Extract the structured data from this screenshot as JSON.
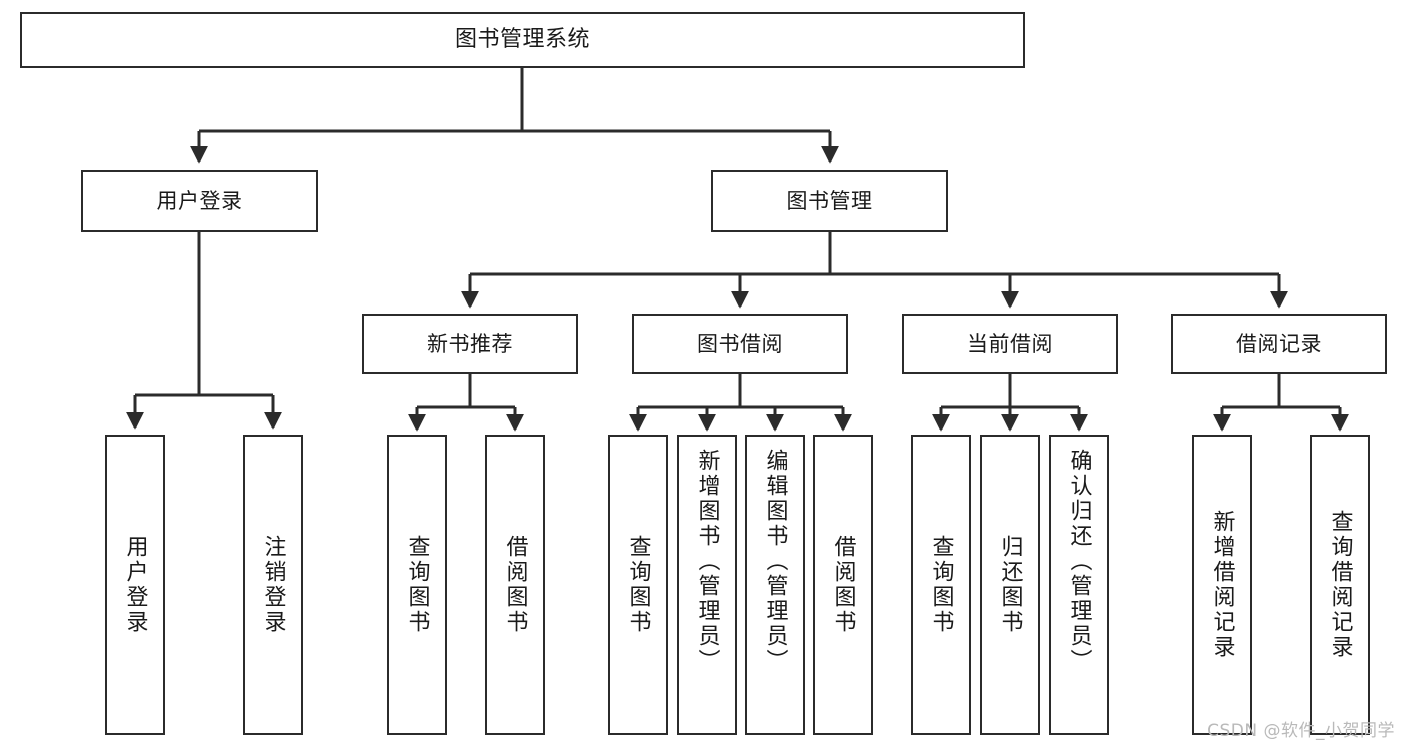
{
  "diagram": {
    "title": "图书管理系统",
    "type": "tree-hierarchy",
    "levels": 4,
    "colors": {
      "stroke": "#2b2b2b",
      "fill": "#ffffff",
      "text": "#1a1a1a",
      "watermark": "#b9b9b9"
    },
    "root": {
      "label": "图书管理系统"
    },
    "level1": [
      {
        "label": "用户登录"
      },
      {
        "label": "图书管理"
      }
    ],
    "level2": [
      {
        "label": "新书推荐"
      },
      {
        "label": "图书借阅"
      },
      {
        "label": "当前借阅"
      },
      {
        "label": "借阅记录"
      }
    ],
    "leaves": {
      "user_login": [
        {
          "label": "用户登录"
        },
        {
          "label": "注销登录"
        }
      ],
      "new_book_recommend": [
        {
          "label": "查询图书"
        },
        {
          "label": "借阅图书"
        }
      ],
      "book_borrow": [
        {
          "label": "查询图书"
        },
        {
          "label": "新增图书（管理员）"
        },
        {
          "label": "编辑图书（管理员）"
        },
        {
          "label": "借阅图书"
        }
      ],
      "current_borrow": [
        {
          "label": "查询图书"
        },
        {
          "label": "归还图书"
        },
        {
          "label": "确认归还（管理员）"
        }
      ],
      "borrow_record": [
        {
          "label": "新增借阅记录"
        },
        {
          "label": "查询借阅记录"
        }
      ]
    }
  },
  "watermark": {
    "text": "CSDN @软件_小贺同学"
  }
}
